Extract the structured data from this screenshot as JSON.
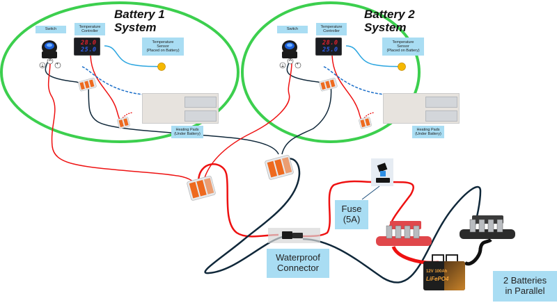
{
  "diagram": {
    "systems": [
      {
        "title_line1": "Battery 1",
        "title_line2": "System",
        "switch_label": "Switch",
        "controller_label_line1": "Temperature",
        "controller_label_line2": "Controller",
        "controller_display_top": "28.0",
        "controller_display_bottom": "25.0",
        "sensor_label_line1": "Temperature",
        "sensor_label_line2": "Sensor",
        "sensor_label_line3": "(Placed on Battery)",
        "pads_label_line1": "Heating Pads",
        "pads_label_line2": "(Under Battery)",
        "switch_terminals": [
          "⏚",
          "A",
          "+"
        ]
      },
      {
        "title_line1": "Battery 2",
        "title_line2": "System",
        "switch_label": "Switch",
        "controller_label_line1": "Temperature",
        "controller_label_line2": "Controller",
        "controller_display_top": "28.0",
        "controller_display_bottom": "25.0",
        "sensor_label_line1": "Temperature",
        "sensor_label_line2": "Sensor",
        "sensor_label_line3": "(Placed on Battery)",
        "pads_label_line1": "Heating Pads",
        "pads_label_line2": "(Under Battery)",
        "switch_terminals": [
          "⏚",
          "A",
          "+"
        ]
      }
    ],
    "fuse_label_line1": "Fuse",
    "fuse_label_line2": "(5A)",
    "connector_label_line1": "Waterproof",
    "connector_label_line2": "Connector",
    "batteries_label_line1": "2 Batteries",
    "batteries_label_line2": "in Parallel",
    "battery_text_top": "12V 100Ah",
    "battery_text_brand": "LiFePO4",
    "colors": {
      "system_outline": "#3ccf4e",
      "positive_wire": "#ee1111",
      "negative_wire": "#10283a",
      "sensor_wire": "#2aa5e0",
      "sensor_probe": "#f5b800",
      "label_bg": "#a9ddf3",
      "connector_orange": "#ee6a1f",
      "positive_busbar": "#e0474b",
      "negative_busbar": "#2b2b2b"
    }
  }
}
